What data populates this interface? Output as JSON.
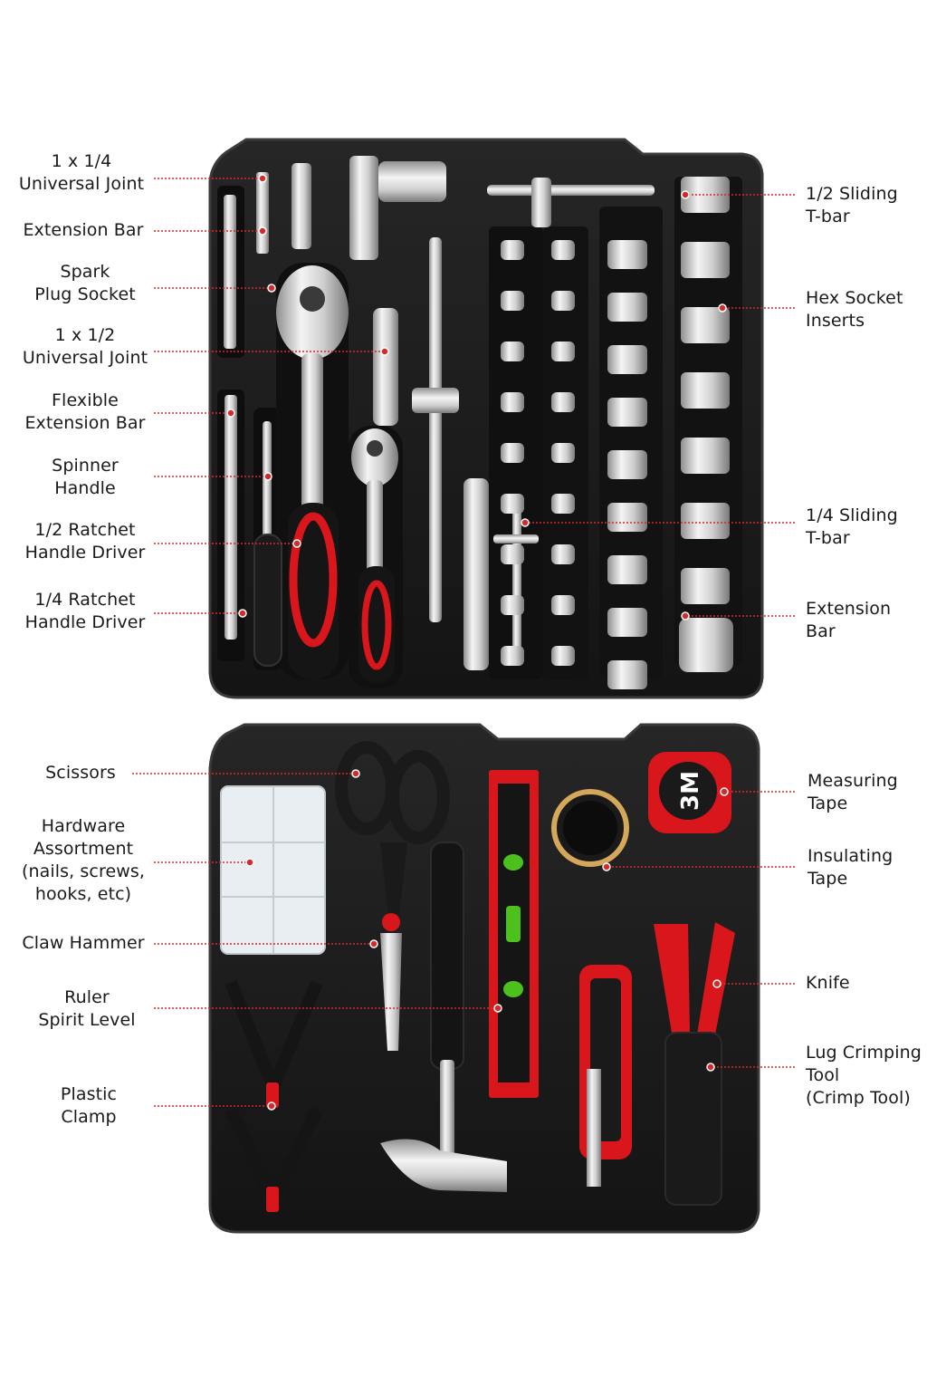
{
  "colors": {
    "case": "#1c1c1c",
    "case_edge": "#2d2d2d",
    "recess": "#0d0d0d",
    "leader": "#d42a2a",
    "accent_red": "#d9161c",
    "chrome": "#c9c9c9",
    "text": "#1a1a1a"
  },
  "top_case": {
    "left_labels": [
      {
        "id": "universal-joint-quarter",
        "text": "1 x 1/4\nUniversal Joint"
      },
      {
        "id": "extension-bar-small",
        "text": "Extension Bar"
      },
      {
        "id": "spark-plug-socket",
        "text": "Spark\nPlug Socket"
      },
      {
        "id": "universal-joint-half",
        "text": "1 x 1/2\nUniversal Joint"
      },
      {
        "id": "flexible-extension-bar",
        "text": "Flexible\nExtension Bar"
      },
      {
        "id": "spinner-handle",
        "text": "Spinner\nHandle"
      },
      {
        "id": "half-ratchet",
        "text": "1/2 Ratchet\nHandle Driver"
      },
      {
        "id": "quarter-ratchet",
        "text": "1/4 Ratchet\nHandle Driver"
      }
    ],
    "right_labels": [
      {
        "id": "half-sliding-tbar",
        "text": "1/2 Sliding\nT-bar"
      },
      {
        "id": "hex-socket-inserts",
        "text": "Hex Socket\nInserts"
      },
      {
        "id": "quarter-sliding-tbar",
        "text": "1/4 Sliding\nT-bar"
      },
      {
        "id": "extension-bar-large",
        "text": "Extension\nBar"
      }
    ]
  },
  "bottom_case": {
    "left_labels": [
      {
        "id": "scissors",
        "text": "Scissors"
      },
      {
        "id": "hardware-assortment",
        "text": "Hardware\nAssortment\n(nails, screws,\nhooks, etc)"
      },
      {
        "id": "claw-hammer",
        "text": "Claw Hammer"
      },
      {
        "id": "ruler-spirit-level",
        "text": "Ruler\nSpirit Level"
      },
      {
        "id": "plastic-clamp",
        "text": "Plastic\nClamp"
      }
    ],
    "right_labels": [
      {
        "id": "measuring-tape",
        "text": "Measuring\nTape"
      },
      {
        "id": "insulating-tape",
        "text": "Insulating\nTape"
      },
      {
        "id": "knife",
        "text": "Knife"
      },
      {
        "id": "lug-crimping-tool",
        "text": "Lug Crimping\nTool\n(Crimp Tool)"
      }
    ]
  },
  "tape_mark": "3M"
}
